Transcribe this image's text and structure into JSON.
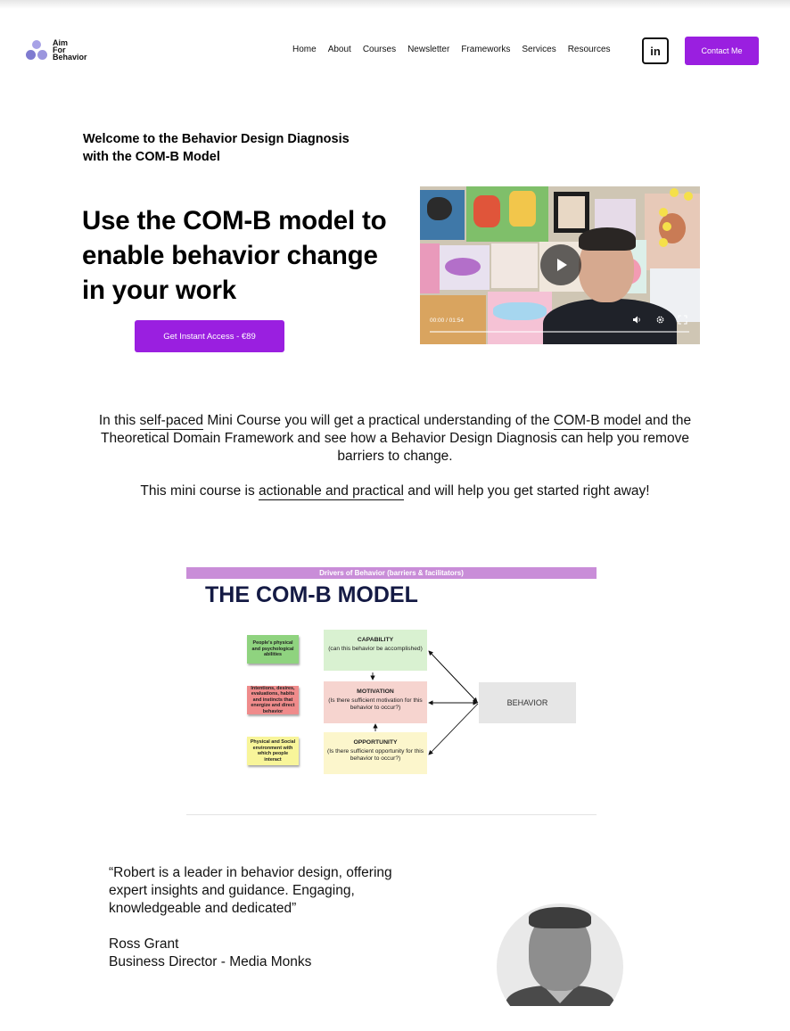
{
  "header": {
    "logo_lines": [
      "Aim",
      "For",
      "Behavior"
    ],
    "nav": [
      "Home",
      "About",
      "Courses",
      "Newsletter",
      "Frameworks",
      "Services",
      "Resources"
    ],
    "linkedin_label": "in",
    "contact_label": "Contact Me"
  },
  "hero": {
    "welcome": "Welcome to the Behavior Design Diagnosis with the COM-B Model",
    "headline": "Use the COM-B model to enable behavior change in your work",
    "cta_label": "Get Instant Access - €89"
  },
  "video": {
    "time": "00:00 / 01:54",
    "volume_icon": "volume-icon",
    "settings_icon": "gear-icon",
    "fullscreen_icon": "fullscreen-icon"
  },
  "intro": {
    "p1_part1": "In this ",
    "p1_link1": "self-paced",
    "p1_part2": " Mini Course you will get a practical understanding of the ",
    "p1_link2": "COM-B model",
    "p1_part3": " and the Theoretical Domain Framework and see how a Behavior Design Diagnosis can help you remove barriers to change.",
    "p2_part1": "This mini course is ",
    "p2_link": "actionable and practical",
    "p2_part2": " and will help you get started right away!"
  },
  "diagram": {
    "banner": "Drivers of Behavior (barriers & facilitators)",
    "title": "THE COM-B MODEL",
    "notes": [
      "People's physical and psychological abilities",
      "Intentions, desires, evaluations, habits and instincts that energize and direct behavior",
      "Physical and Social environment with which people interact"
    ],
    "boxes": [
      {
        "title": "CAPABILITY",
        "sub": "(can this behavior be accomplished)"
      },
      {
        "title": "MOTIVATION",
        "sub": "(Is there sufficient motivation for this behavior to occur?)"
      },
      {
        "title": "OPPORTUNITY",
        "sub": "(Is there sufficient opportunity for this behavior to occur?)"
      }
    ],
    "behavior": "BEHAVIOR"
  },
  "testimonial": {
    "quote": "“Robert is a leader in behavior design, offering expert insights and guidance. Engaging, knowledgeable and dedicated”",
    "name": "Ross Grant",
    "role": "Business Director - Media Monks"
  },
  "colors": {
    "accent": "#9a1fe0",
    "logo": "#8f8bd9",
    "diagram_banner": "#c98dd8",
    "diagram_title": "#141a44"
  }
}
